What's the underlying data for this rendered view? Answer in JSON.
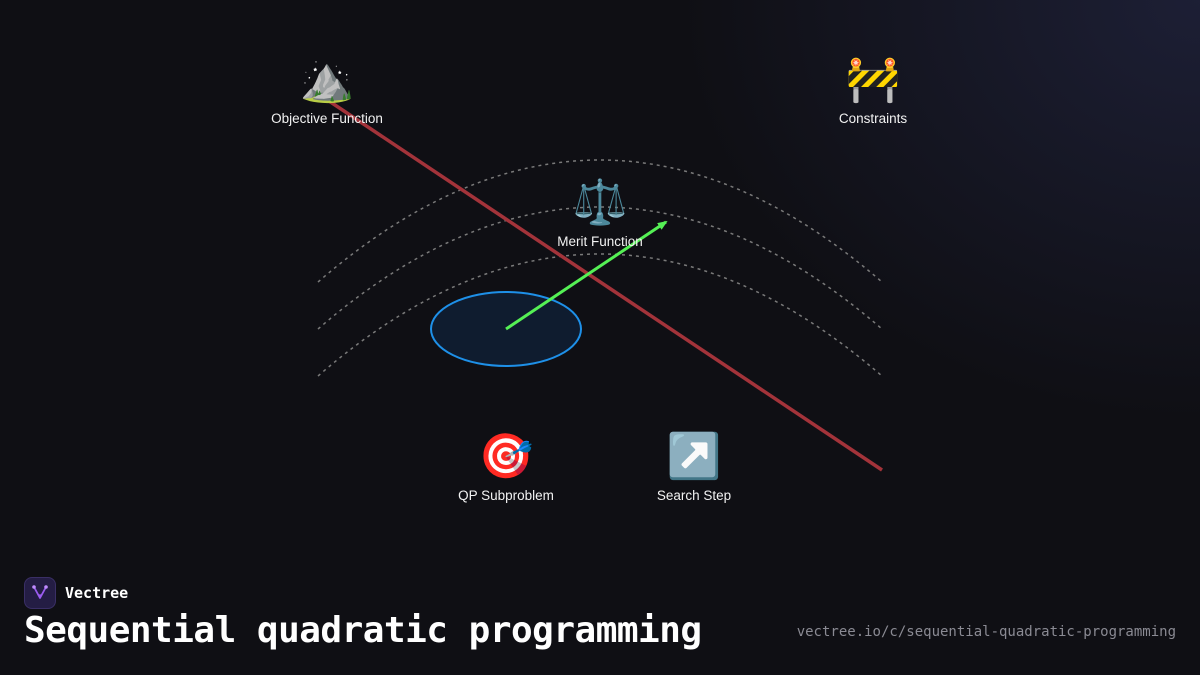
{
  "nodes": [
    {
      "id": "objective",
      "icon": "⛰️",
      "icon_name": "mountain-icon",
      "label": "Objective Function"
    },
    {
      "id": "constraints",
      "icon": "🚧",
      "icon_name": "construction-barrier-icon",
      "label": "Constraints"
    },
    {
      "id": "merit",
      "icon": "⚖️",
      "icon_name": "balance-scale-icon",
      "label": "Merit Function"
    },
    {
      "id": "qp",
      "icon": "🎯",
      "icon_name": "target-icon",
      "label": "QP Subproblem"
    },
    {
      "id": "step",
      "icon": "↗️",
      "icon_name": "up-right-arrow-icon",
      "label": "Search Step"
    }
  ],
  "brand": {
    "name": "Vectree"
  },
  "title": "Sequential quadratic programming",
  "url": "vectree.io/c/sequential-quadratic-programming",
  "colors": {
    "background": "#0f0f14",
    "constraint_line": "#a3333a",
    "step_arrow": "#55f055",
    "qp_region": "#1e90e8",
    "contours": "#7a7a7a",
    "brand_accent": "#9b5cf0"
  }
}
